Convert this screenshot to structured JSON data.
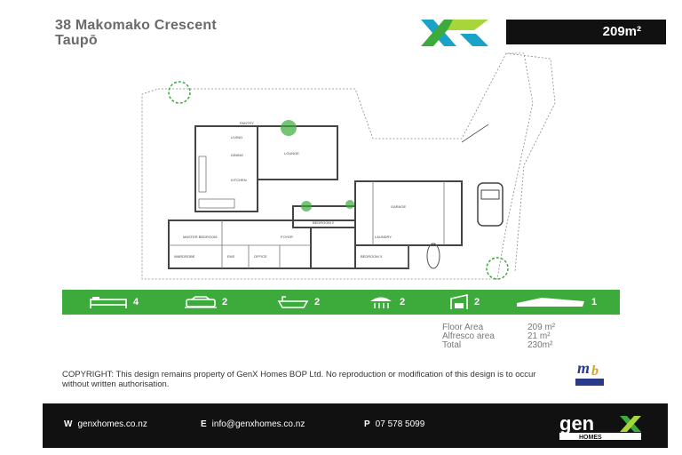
{
  "header": {
    "address_line1": "38 Makomako Crescent",
    "address_line2": "Taupō",
    "floor_area_badge": "209m²"
  },
  "features": [
    {
      "icon": "bed-icon",
      "count": "4"
    },
    {
      "icon": "car-icon",
      "count": "2"
    },
    {
      "icon": "bath-icon",
      "count": "2"
    },
    {
      "icon": "shower-icon",
      "count": "2"
    },
    {
      "icon": "garage-icon",
      "count": "2"
    },
    {
      "icon": "living-icon",
      "count": "1"
    }
  ],
  "plan_labels": {
    "living": "LIVING",
    "dining": "DINING",
    "lounge": "LOUNGE",
    "kitchen": "KITCHEN",
    "pantry": "PANTRY",
    "master": "MASTER BEDROOM",
    "bedroom2": "BEDROOM 2",
    "bedroom3": "BEDROOM 3",
    "garage": "GARAGE",
    "office": "OFFICE",
    "laundry": "LAUNDRY",
    "wardrobe": "WARDROBE",
    "ens": "ENS",
    "foyer": "FOYER"
  },
  "areas": {
    "floor_label": "Floor Area",
    "floor_value": "209 m²",
    "alfresco_label": "Alfresco area",
    "alfresco_value": "21 m²",
    "total_label": "Total",
    "total_value": "230m²"
  },
  "copyright": "COPYRIGHT: This design remains property of GenX Homes BOP Ltd. No reproduction or modification of this design is to occur without written authorisation.",
  "footer": {
    "web_prefix": "W",
    "web": "genxhomes.co.nz",
    "email_prefix": "E",
    "email": "info@genxhomes.co.nz",
    "phone_prefix": "P",
    "phone": "07 578 5099"
  },
  "colors": {
    "brand_green": "#3cab3c",
    "brand_blue": "#1aa3c8",
    "lime": "#a6d639",
    "dark": "#111111"
  }
}
